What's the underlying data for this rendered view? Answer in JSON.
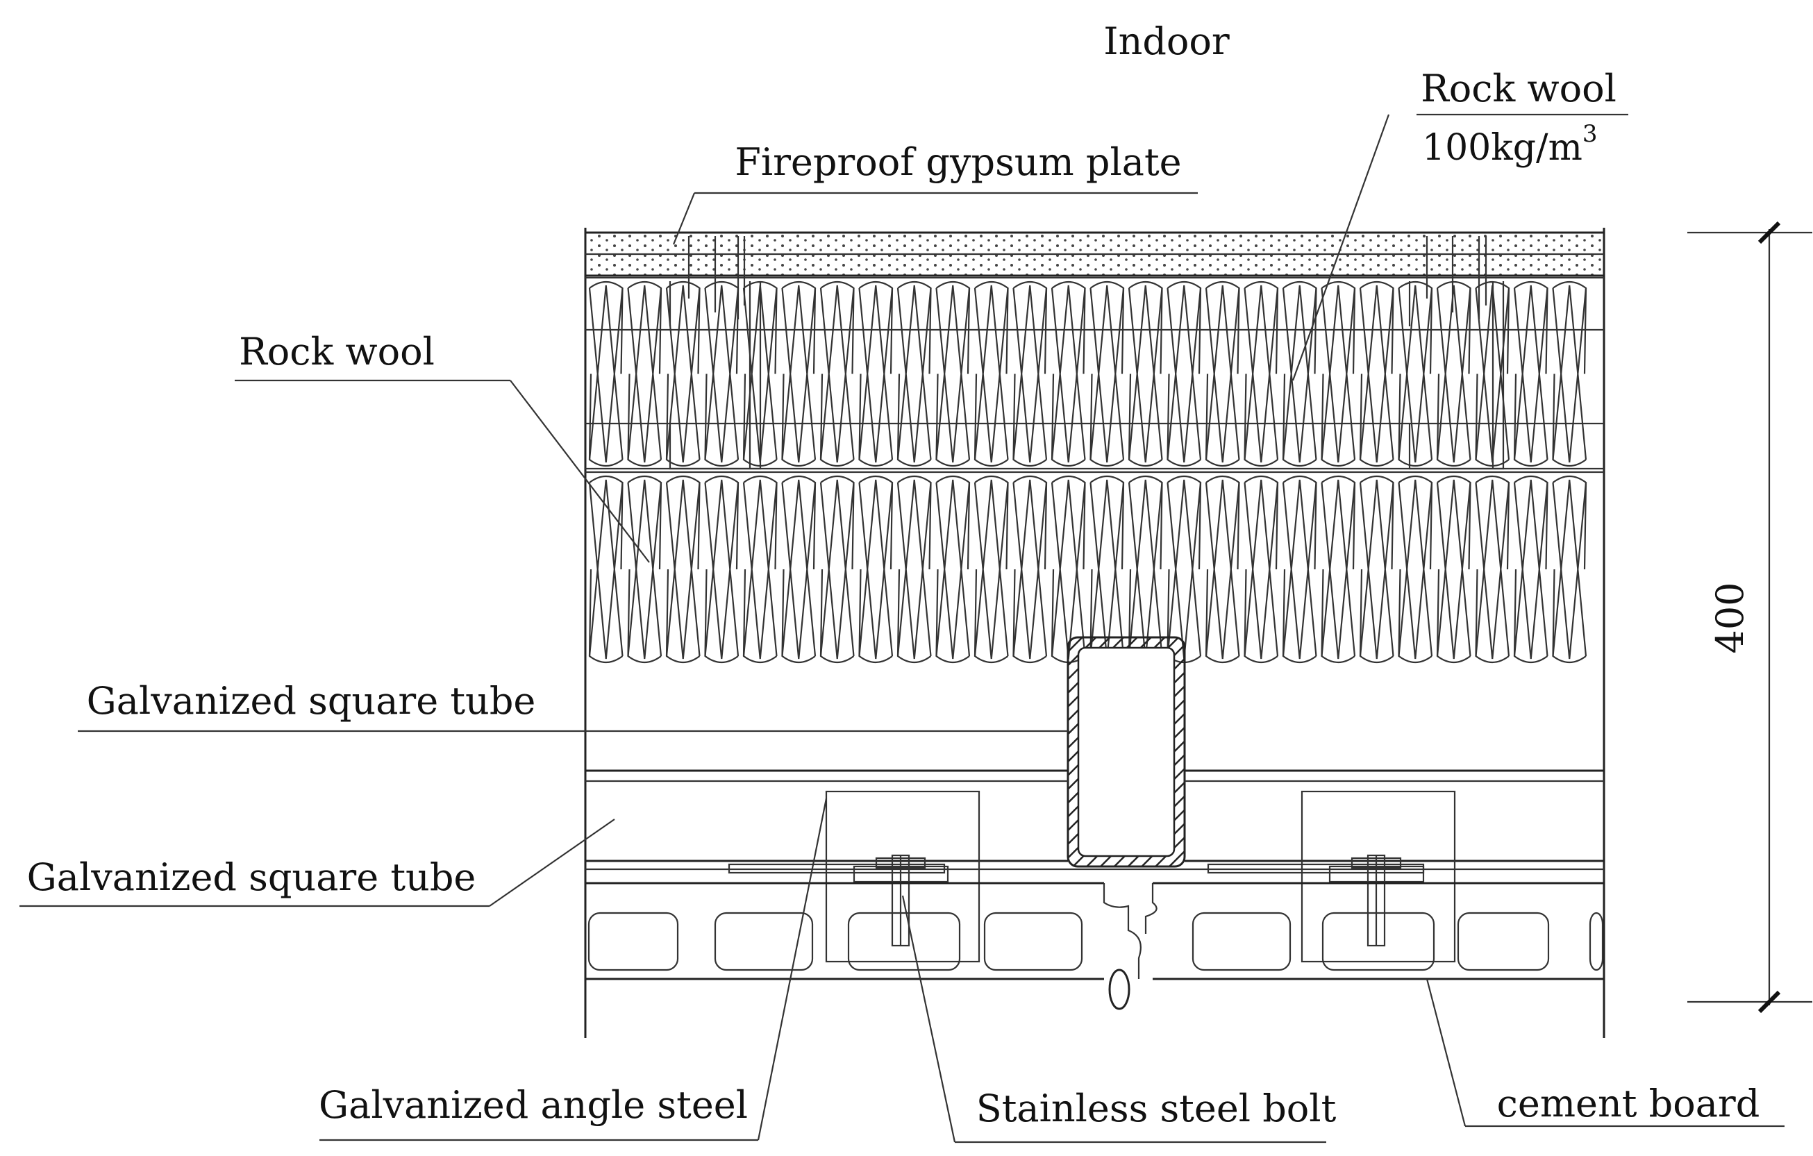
{
  "labels": {
    "indoor": "Indoor",
    "rock_wool_top": "Rock wool",
    "rock_wool_density": "100kg/m",
    "rock_wool_density_exp": "3",
    "fireproof_gypsum_plate": "Fireproof gypsum plate",
    "rock_wool_left": "Rock wool",
    "galvanized_square_tube_1": "Galvanized square tube",
    "galvanized_square_tube_2": "Galvanized square tube",
    "galvanized_angle_steel": "Galvanized angle steel",
    "stainless_steel_bolt": "Stainless steel bolt",
    "cement_board": "cement board"
  },
  "dimension": {
    "value": "400"
  }
}
